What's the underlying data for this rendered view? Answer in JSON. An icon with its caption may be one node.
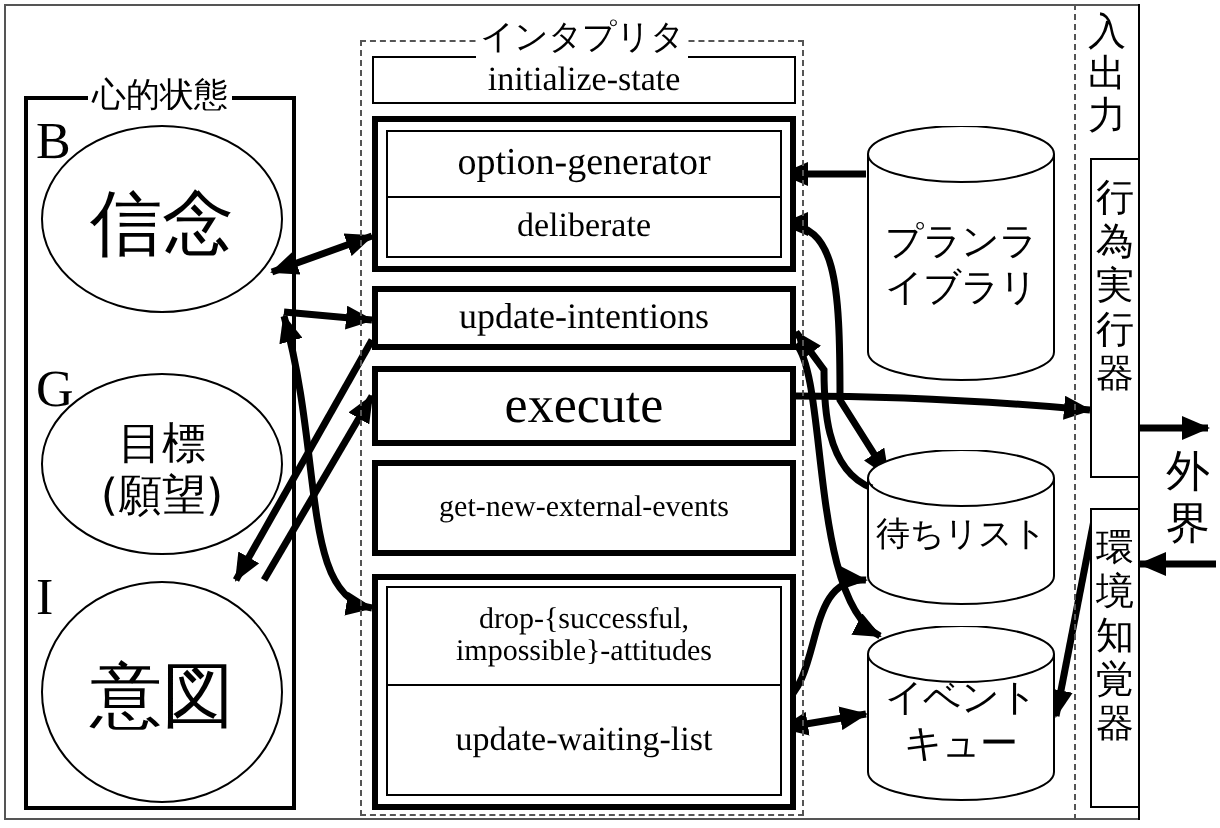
{
  "diagram": {
    "nodes": [
      {
        "text": [
          "心的状態"
        ]
      },
      {
        "text": [
          "B",
          "信念"
        ],
        "in": 0
      },
      {
        "text": [
          "G",
          "目標(願望)"
        ],
        "in": 0
      },
      {
        "text": [
          "I",
          "意図"
        ],
        "in": 0
      },
      {
        "text": [
          "インタプリタ"
        ]
      },
      {
        "text": [
          "initialize-state"
        ],
        "in": 4
      },
      {
        "text": [],
        "shape": "box",
        "in": 4
      },
      {
        "text": [
          "option-generator"
        ],
        "in": 6
      },
      {
        "text": [
          "deliberate"
        ],
        "in": 6
      },
      {
        "text": [
          "update-intentions"
        ],
        "in": 4
      },
      {
        "text": [
          "execute"
        ],
        "in": 4
      },
      {
        "text": [
          "get-new-external-events"
        ],
        "in": 4
      },
      {
        "text": [],
        "shape": "box",
        "in": 4
      },
      {
        "text": [
          "drop-{successful, impossible}-attitudes"
        ],
        "in": 12
      },
      {
        "text": [
          "update-waiting-list"
        ],
        "in": 12
      },
      {
        "text": [
          "プランライブラリ"
        ]
      },
      {
        "text": [
          "待ちリスト"
        ]
      },
      {
        "text": [
          "イベントキュー"
        ]
      },
      {
        "text": [
          "入出力"
        ]
      },
      {
        "text": [
          "行為実行器"
        ],
        "in": 18
      },
      {
        "text": [
          "環境知覚器"
        ],
        "in": 18
      },
      {
        "text": [
          "外界"
        ]
      }
    ],
    "edges": [
      {
        "from": 1,
        "to": 6,
        "arrow": "both"
      },
      {
        "from": 1,
        "to": 9,
        "arrow": "to"
      },
      {
        "from": 9,
        "to": 3,
        "arrow": "to"
      },
      {
        "from": 3,
        "to": 10,
        "arrow": "to"
      },
      {
        "from": 1,
        "to": 12,
        "arrow": "both"
      },
      {
        "from": 15,
        "to": 7,
        "arrow": "to"
      },
      {
        "from": 8,
        "to": 16,
        "arrow": "both"
      },
      {
        "from": 16,
        "to": 9,
        "arrow": "to"
      },
      {
        "from": 9,
        "to": 17,
        "arrow": "to"
      },
      {
        "from": 14,
        "to": 16,
        "arrow": "to"
      },
      {
        "from": 17,
        "to": 14,
        "arrow": "both"
      },
      {
        "from": 10,
        "to": 19,
        "arrow": "to"
      },
      {
        "from": 20,
        "to": 17,
        "arrow": "to"
      },
      {
        "from": 19,
        "to": 21,
        "arrow": "to"
      },
      {
        "from": 21,
        "to": 20,
        "arrow": "to"
      }
    ]
  }
}
